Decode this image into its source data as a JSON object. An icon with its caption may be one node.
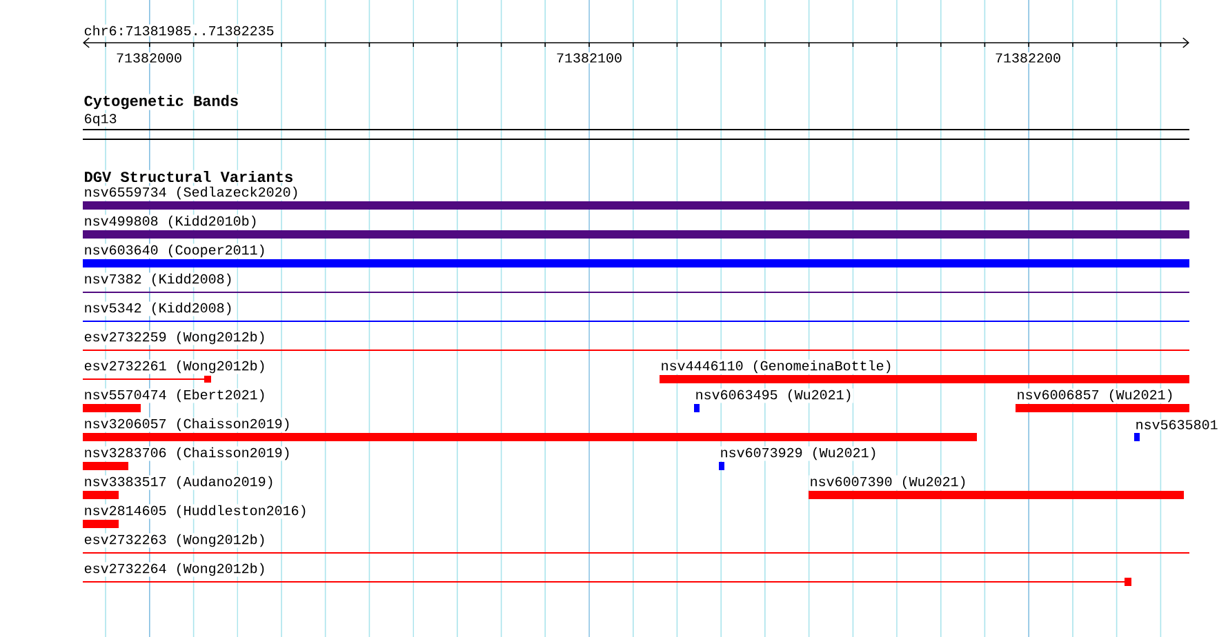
{
  "diagram": {
    "labels": [
      "chr6:71381985..71382235",
      "71382000",
      "71382100",
      "71382200",
      "Cytogenetic Bands",
      "6q13",
      "DGV Structural Variants",
      "nsv6559734 (Sedlazeck2020)",
      "nsv499808 (Kidd2010b)",
      "nsv603640 (Cooper2011)",
      "nsv7382 (Kidd2008)",
      "nsv5342 (Kidd2008)",
      "esv2732259 (Wong2012b)",
      "esv2732261 (Wong2012b)",
      "nsv4446110 (GenomeinaBottle)",
      "nsv5570474 (Ebert2021)",
      "nsv6063495 (Wu2021)",
      "nsv6006857 (Wu2021)",
      "nsv3206057 (Chaisson2019)",
      "nsv5635801",
      "nsv3283706 (Chaisson2019)",
      "nsv6073929 (Wu2021)",
      "nsv3383517 (Audano2019)",
      "nsv6007390 (Wu2021)",
      "nsv2814605 (Huddleston2016)",
      "esv2732263 (Wong2012b)",
      "esv2732264 (Wong2012b)"
    ]
  }
}
